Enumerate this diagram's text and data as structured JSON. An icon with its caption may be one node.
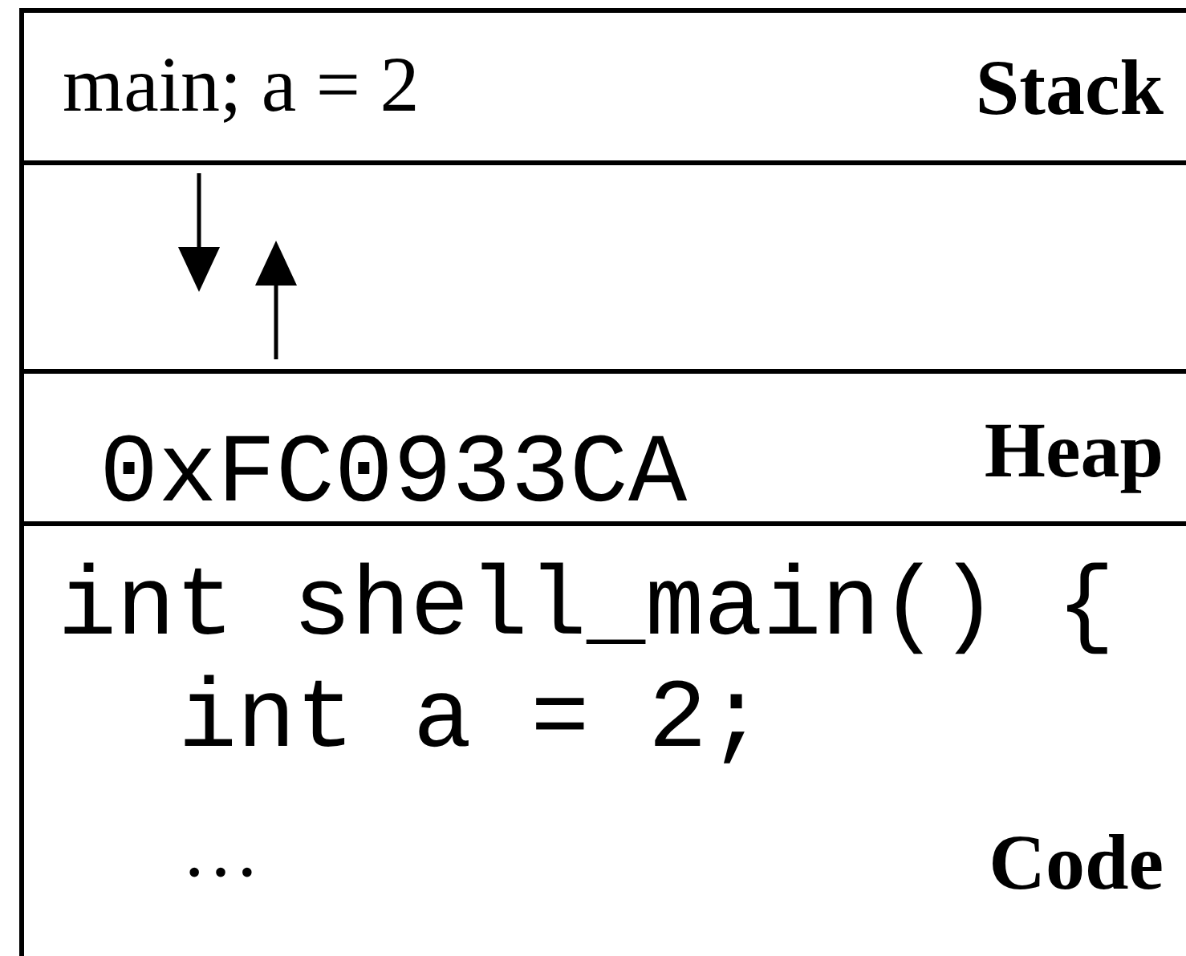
{
  "diagram": {
    "nodes": [
      {
        "text": [
          "main; a = 2",
          "Stack"
        ]
      },
      {
        "text": [],
        "shape": "box"
      },
      {
        "text": [
          "0xFC0933CA",
          "Heap"
        ]
      },
      {
        "text": [
          "int shell_main() {",
          "int a = 2;",
          "…",
          "Code"
        ]
      }
    ]
  }
}
